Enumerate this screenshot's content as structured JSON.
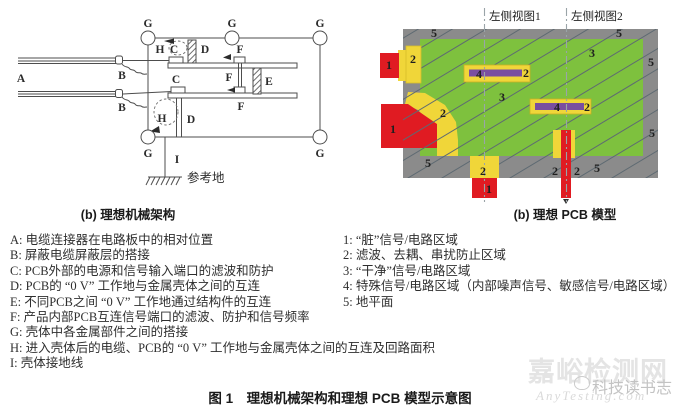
{
  "figure": {
    "caption": "图 1　理想机械架构和理想 PCB 模型示意图"
  },
  "mech": {
    "caption": "(b) 理想机械架构",
    "ground_label": "参考地",
    "labels": {
      "A": "A",
      "B": "B",
      "C": "C",
      "D": "D",
      "E": "E",
      "F": "F",
      "G": "G",
      "H": "H",
      "I": "I"
    }
  },
  "pcb": {
    "caption": "(b) 理想 PCB 模型",
    "view1": "左侧视图1",
    "view2": "左侧视图2",
    "labels": {
      "n1": "1",
      "n2": "2",
      "n3": "3",
      "n4": "4",
      "n5": "5"
    },
    "colors": {
      "ground_plane": "#8b8b8b",
      "clean_area": "#7ec13e",
      "filter_area": "#f0d639",
      "dirty_area": "#e01b22",
      "special_area": "#7a4fa0"
    }
  },
  "legend_left": {
    "items": [
      "A: 电缆连接器在电路板中的相对位置",
      "B: 屏蔽电缆屏蔽层的搭接",
      "C: PCB外部的电源和信号输入端口的滤波和防护",
      "D: PCB的 “0 V” 工作地与金属壳体之间的互连",
      "E: 不同PCB之间 “0 V” 工作地通过结构件的互连",
      "F: 产品内部PCB互连信号端口的滤波、防护和信号频率",
      "G: 壳体中各金属部件之间的搭接",
      "H: 进入壳体后的电缆、PCB的 “0 V” 工作地与金属壳体之间的互连及回路面积",
      "I: 壳体接地线"
    ]
  },
  "legend_right": {
    "items": [
      "1: “脏”信号/电路区域",
      "2: 滤波、去耦、串扰防止区域",
      "3: “干净”信号/电路区域",
      "4: 特殊信号/电路区域（内部噪声信号、敏感信号/电路区域）",
      "5: 地平面"
    ]
  },
  "watermark": {
    "site": "嘉峪检测网",
    "url": "AnyTesting.com",
    "channel": "科技读书志"
  }
}
